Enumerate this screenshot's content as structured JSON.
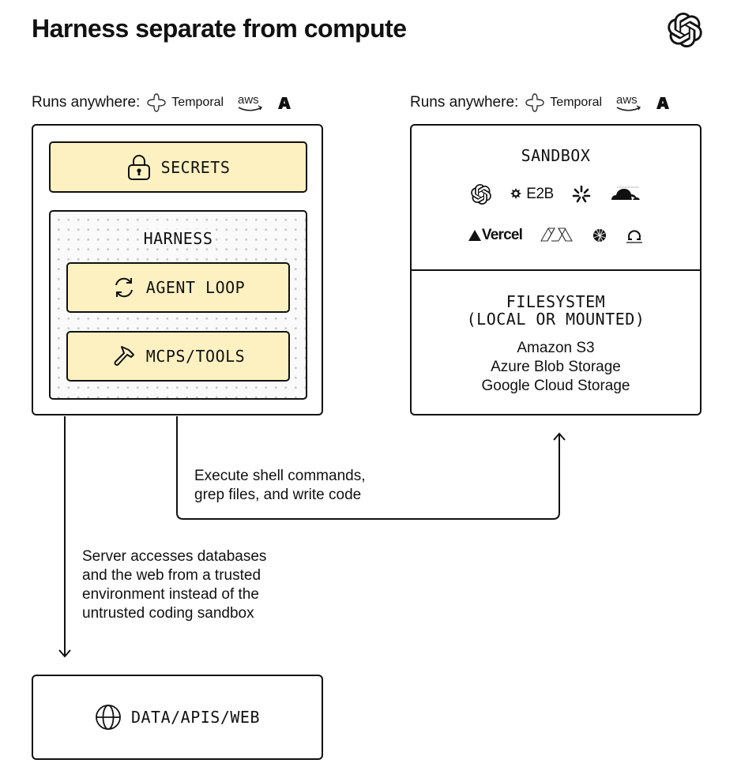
{
  "title": "Harness separate from compute",
  "brand_logo": "openai-logo-icon",
  "runs_anywhere": {
    "label": "Runs anywhere:",
    "providers": [
      {
        "icon": "temporal-icon",
        "label": "Temporal"
      },
      {
        "icon": "aws-icon",
        "label": "aws"
      },
      {
        "icon": "a-logo-icon",
        "label": "A"
      }
    ]
  },
  "left_panel": {
    "secrets": {
      "icon": "lock-icon",
      "label": "SECRETS"
    },
    "harness": {
      "label": "HARNESS",
      "items": [
        {
          "icon": "refresh-loop-icon",
          "label": "AGENT LOOP"
        },
        {
          "icon": "hammer-icon",
          "label": "MCPS/TOOLS"
        }
      ]
    }
  },
  "right_panel": {
    "sandbox": {
      "label": "SANDBOX",
      "providers_row1": [
        "openai-logo-icon",
        "E2B",
        "daytona-logo-icon",
        "cloudflare-logo-icon"
      ],
      "e2b_label": "E2B",
      "vercel_label": "Vercel",
      "providers_row2": [
        "Vercel",
        "modal-logo-icon",
        "runloop-logo-icon",
        "blaxel-logo-icon"
      ]
    },
    "filesystem": {
      "label_line1": "FILESYSTEM",
      "label_line2": "(LOCAL OR MOUNTED)",
      "storages": [
        "Amazon S3",
        "Azure Blob Storage",
        "Google Cloud Storage"
      ]
    }
  },
  "notes": {
    "exec": [
      "Execute shell commands,",
      "grep files, and write code"
    ],
    "server": [
      "Server accesses databases",
      "and the web from a trusted",
      "environment instead of the",
      "untrusted coding sandbox"
    ]
  },
  "data_box": {
    "icon": "globe-icon",
    "label": "DATA/APIS/WEB"
  },
  "colors": {
    "accent_yellow": "#fdf1c2",
    "stroke": "#111111",
    "dots": "#c9c9c9"
  }
}
